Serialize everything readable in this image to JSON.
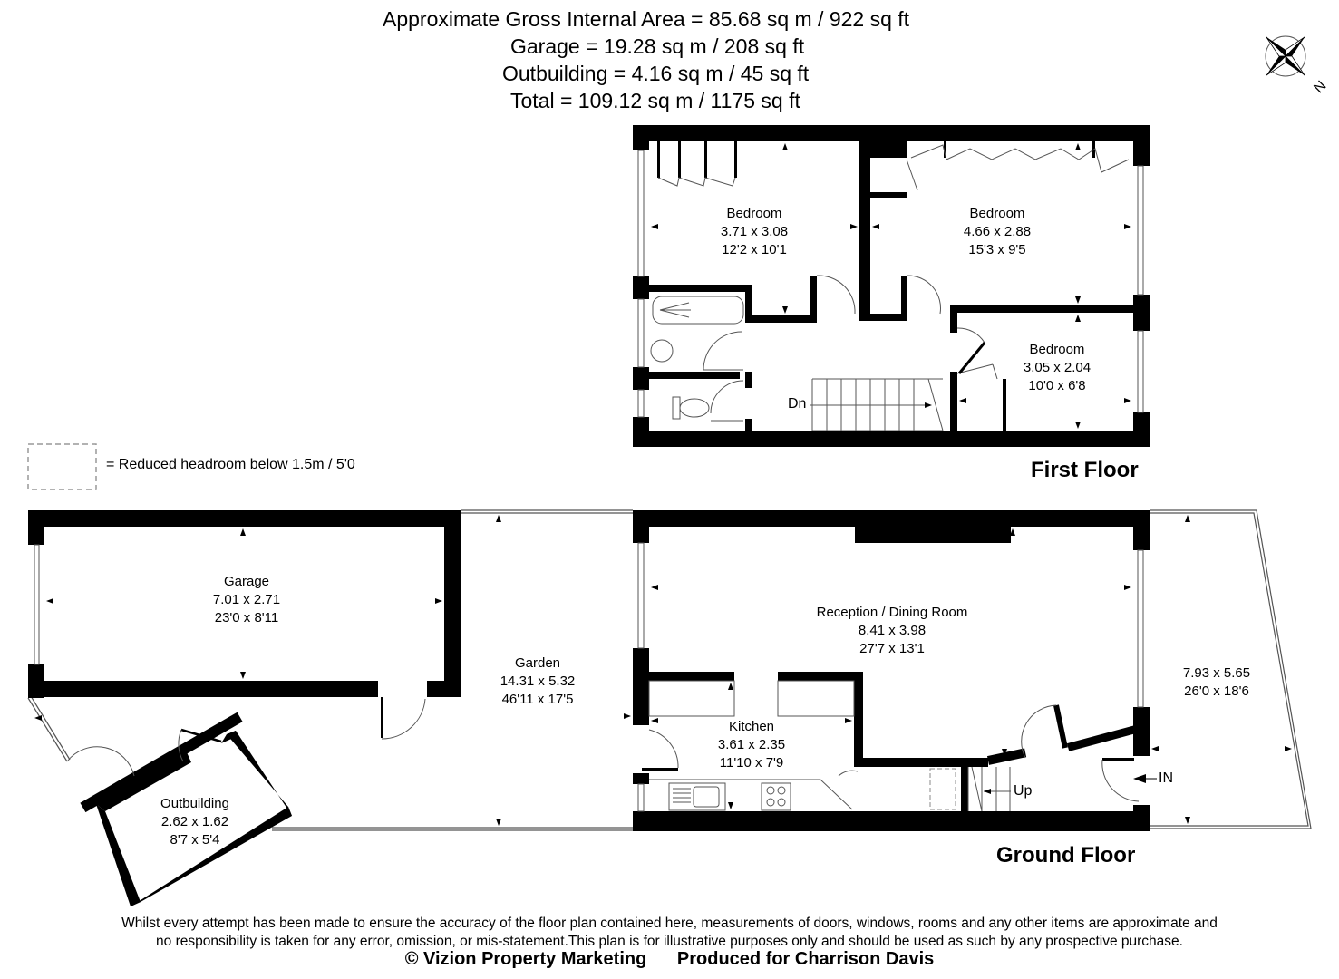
{
  "header": {
    "gross_internal_area": "Approximate Gross Internal Area = 85.68 sq m / 922 sq ft",
    "garage_area": "Garage = 19.28 sq m / 208 sq ft",
    "outbuilding_area": "Outbuilding = 4.16 sq m / 45 sq ft",
    "total_area": "Total = 109.12 sq m / 1175 sq ft"
  },
  "compass": {
    "icon": "compass-rose-icon",
    "north_label": "N"
  },
  "legend": {
    "icon": "dashed-box-icon",
    "text": "= Reduced headroom below 1.5m / 5'0"
  },
  "first_floor": {
    "label": "First Floor",
    "rooms": [
      {
        "name": "Bedroom",
        "metric": "3.71 x 3.08",
        "imperial": "12'2 x 10'1"
      },
      {
        "name": "Bedroom",
        "metric": "4.66 x 2.88",
        "imperial": "15'3 x 9'5"
      },
      {
        "name": "Bedroom",
        "metric": "3.05 x 2.04",
        "imperial": "10'0 x 6'8"
      }
    ],
    "stairs_label": "Dn"
  },
  "ground_floor": {
    "label": "Ground Floor",
    "rooms": [
      {
        "name": "Garage",
        "metric": "7.01 x 2.71",
        "imperial": "23'0 x 8'11"
      },
      {
        "name": "Outbuilding",
        "metric": "2.62 x 1.62",
        "imperial": "8'7 x 5'4"
      },
      {
        "name": "Garden",
        "metric": "14.31 x 5.32",
        "imperial": "46'11 x 17'5"
      },
      {
        "name": "Reception / Dining Room",
        "metric": "8.41 x 3.98",
        "imperial": "27'7 x 13'1"
      },
      {
        "name": "Kitchen",
        "metric": "3.61 x 2.35",
        "imperial": "11'10 x 7'9"
      },
      {
        "name": "",
        "metric": "7.93 x 5.65",
        "imperial": "26'0 x 18'6"
      }
    ],
    "stairs_label": "Up",
    "entrance_label": "IN"
  },
  "footer": {
    "disclaimer_line1": "Whilst every attempt has been made to ensure the accuracy of the floor plan contained here, measurements of doors, windows, rooms and any other items are approximate and",
    "disclaimer_line2": "no responsibility is taken for any error, omission, or mis-statement.This plan is for illustrative purposes only and should be used as such by any prospective purchase.",
    "copyright": "© Vizion Property Marketing",
    "produced_for": "Produced for Charrison Davis"
  },
  "colors": {
    "wall": "#000000",
    "background": "#ffffff",
    "line": "#555555",
    "legend_dash": "#999999"
  }
}
